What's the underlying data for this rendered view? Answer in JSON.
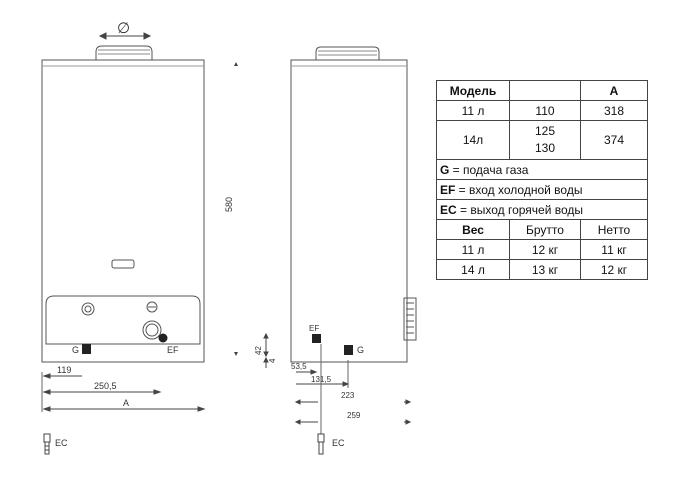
{
  "drawing": {
    "labels": {
      "diameter": "∅",
      "height": "580",
      "gas": "G",
      "cold_water": "EF",
      "hot_water": "EC"
    },
    "dimensions": {
      "d119": "119",
      "d250_5": "250,5",
      "dA": "A",
      "d42": "42",
      "d4": "4",
      "d53_5": "53,5",
      "d131_5": "131,5",
      "d223": "223",
      "d259": "259"
    }
  },
  "table": {
    "header": {
      "model": "Модель",
      "a": "A"
    },
    "rows": [
      {
        "model": "11 л",
        "diameter": "110",
        "a": "318"
      },
      {
        "model": "14л",
        "diameter": "125",
        "diameter2": "130",
        "a": "374"
      }
    ],
    "legend": [
      {
        "code": "G",
        "text": " = подача газа"
      },
      {
        "code": "EF",
        "text": " = вход холодной воды"
      },
      {
        "code": "EC",
        "text": " = выход горячей воды"
      }
    ],
    "weight_header": {
      "weight": "Вес",
      "gross": "Брутто",
      "net": "Нетто"
    },
    "weight_rows": [
      {
        "model": "11 л",
        "gross": "12 кг",
        "net": "11 кг"
      },
      {
        "model": "14 л",
        "gross": "13 кг",
        "net": "12 кг"
      }
    ]
  }
}
